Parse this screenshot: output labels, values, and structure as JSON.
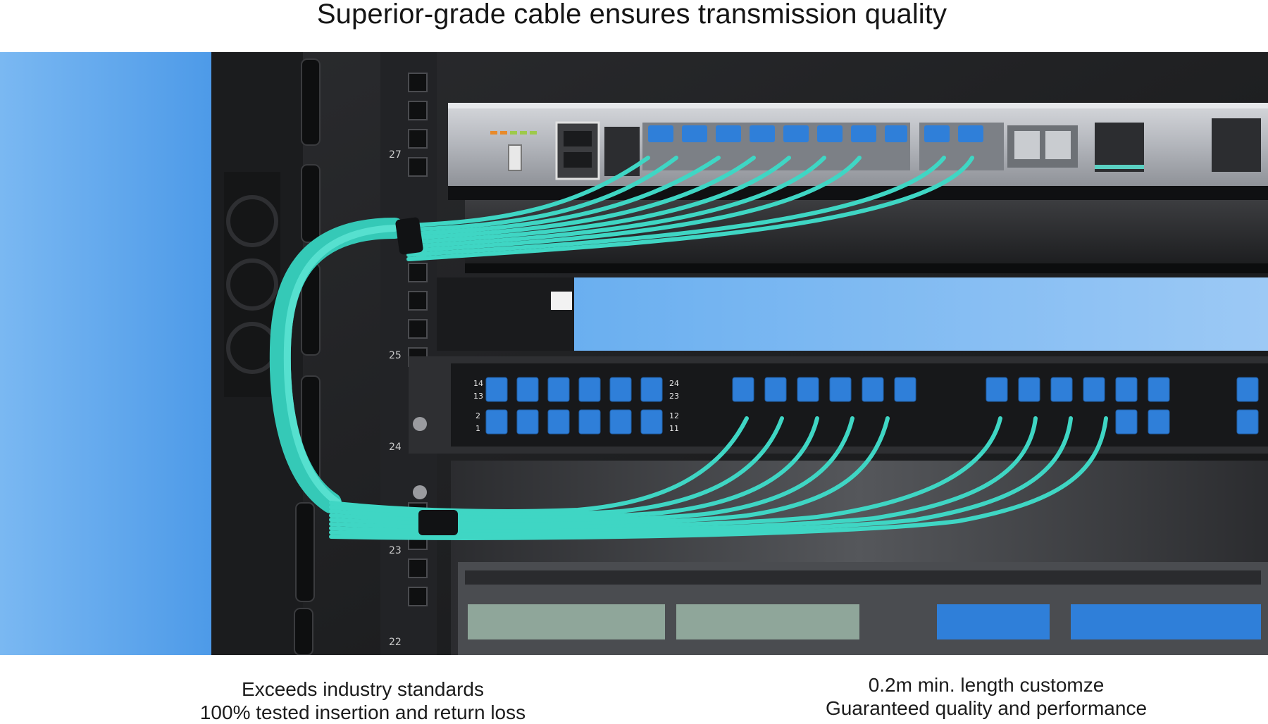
{
  "headline": "Superior-grade cable ensures transmission quality",
  "photo": {
    "subject": "fiber-patch-cables-in-server-rack",
    "rack_unit_numbers": [
      "27",
      "25",
      "24",
      "23",
      "22"
    ],
    "panel_port_labels": {
      "left_top": [
        "14",
        "13"
      ],
      "left_bottom": [
        "2",
        "1"
      ],
      "right_top": [
        "24",
        "23"
      ],
      "right_bottom": [
        "12",
        "11"
      ]
    }
  },
  "captions": {
    "left": {
      "line1": "Exceeds industry standards",
      "line2": "100% tested insertion and return loss"
    },
    "right": {
      "line1": "0.2m min. length customze",
      "line2": "Guaranteed quality and performance"
    }
  },
  "colors": {
    "cable": "#3fd6c4",
    "sky_blue": "#5aa7ec",
    "rack_black": "#1e1f21",
    "switch_silver": "#b9bcc1",
    "port_blue": "#2f7fd9"
  }
}
